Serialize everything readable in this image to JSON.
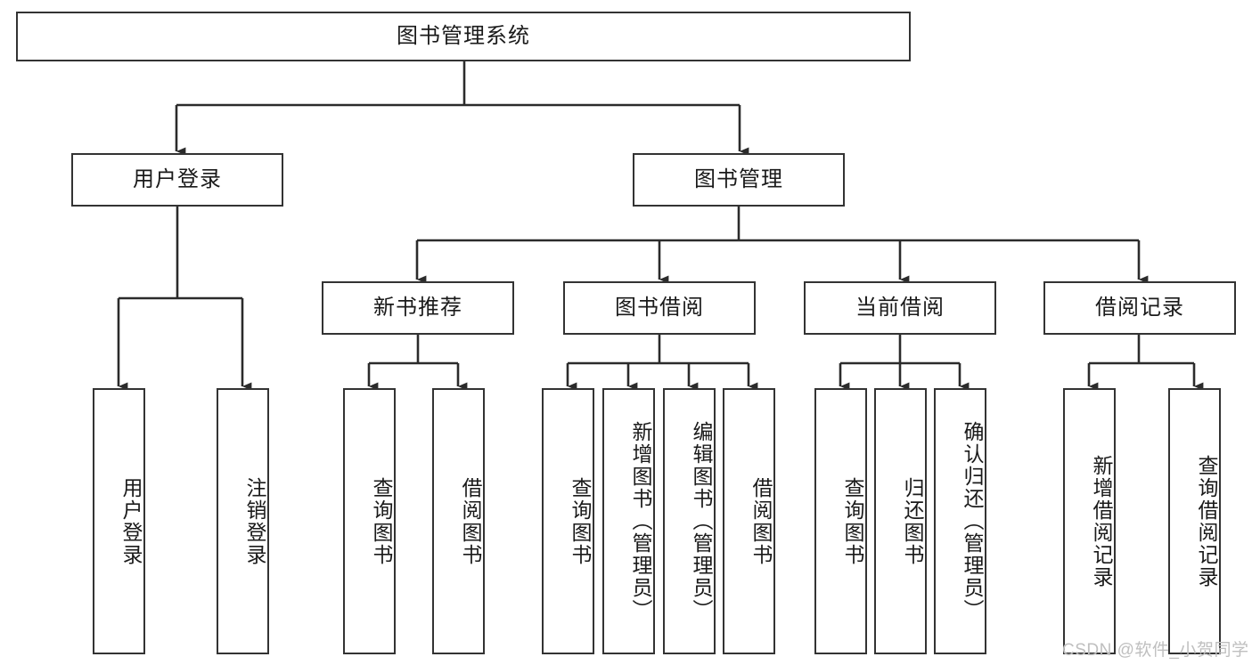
{
  "diagram": {
    "title": "图书管理系统",
    "type": "tree",
    "root": {
      "label": "图书管理系统"
    },
    "level2": [
      {
        "label": "用户登录"
      },
      {
        "label": "图书管理"
      }
    ],
    "level3": [
      {
        "label": "新书推荐",
        "parent": "图书管理"
      },
      {
        "label": "图书借阅",
        "parent": "图书管理"
      },
      {
        "label": "当前借阅",
        "parent": "图书管理"
      },
      {
        "label": "借阅记录",
        "parent": "图书管理"
      }
    ],
    "leaves": {
      "user_login": [
        {
          "label": "用户登录"
        },
        {
          "label": "注销登录"
        }
      ],
      "new_book_recommend": [
        {
          "label": "查询图书"
        },
        {
          "label": "借阅图书"
        }
      ],
      "book_borrow": [
        {
          "label": "查询图书"
        },
        {
          "label": "新增图书（管理员）"
        },
        {
          "label": "编辑图书（管理员）"
        },
        {
          "label": "借阅图书"
        }
      ],
      "current_borrow": [
        {
          "label": "查询图书"
        },
        {
          "label": "归还图书"
        },
        {
          "label": "确认归还（管理员）"
        }
      ],
      "borrow_record": [
        {
          "label": "新增借阅记录"
        },
        {
          "label": "查询借阅记录"
        }
      ]
    }
  },
  "watermark": {
    "text": "CSDN @软件_小贺同学"
  },
  "colors": {
    "box_border": "#333333",
    "box_fill": "#ffffff",
    "line": "#2b2b2b",
    "text": "#1a1a1a",
    "watermark": "#bfbfbf"
  }
}
